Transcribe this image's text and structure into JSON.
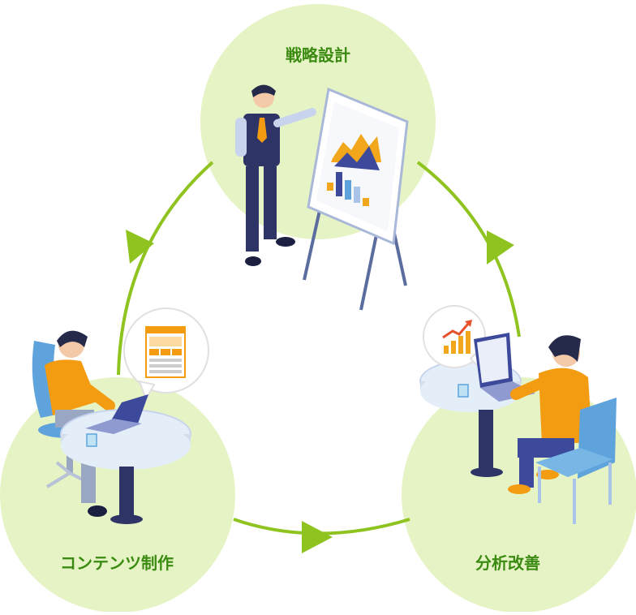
{
  "steps": {
    "top": {
      "label": "戦略設計"
    },
    "left": {
      "label": "コンテンツ制作"
    },
    "right": {
      "label": "分析改善"
    }
  },
  "colors": {
    "circle_fill": "#e6f3c4",
    "arrow": "#8fc31f",
    "label": "#3b8a12",
    "shirt_orange": "#f39c12",
    "navy": "#2e3566",
    "table": "#e4eef8",
    "chair_blue": "#5fa3dd"
  },
  "icons": {
    "top": "presenter-with-chart-board-icon",
    "left": "person-at-laptop-webpage-icon",
    "right": "person-at-laptop-growth-chart-icon"
  }
}
